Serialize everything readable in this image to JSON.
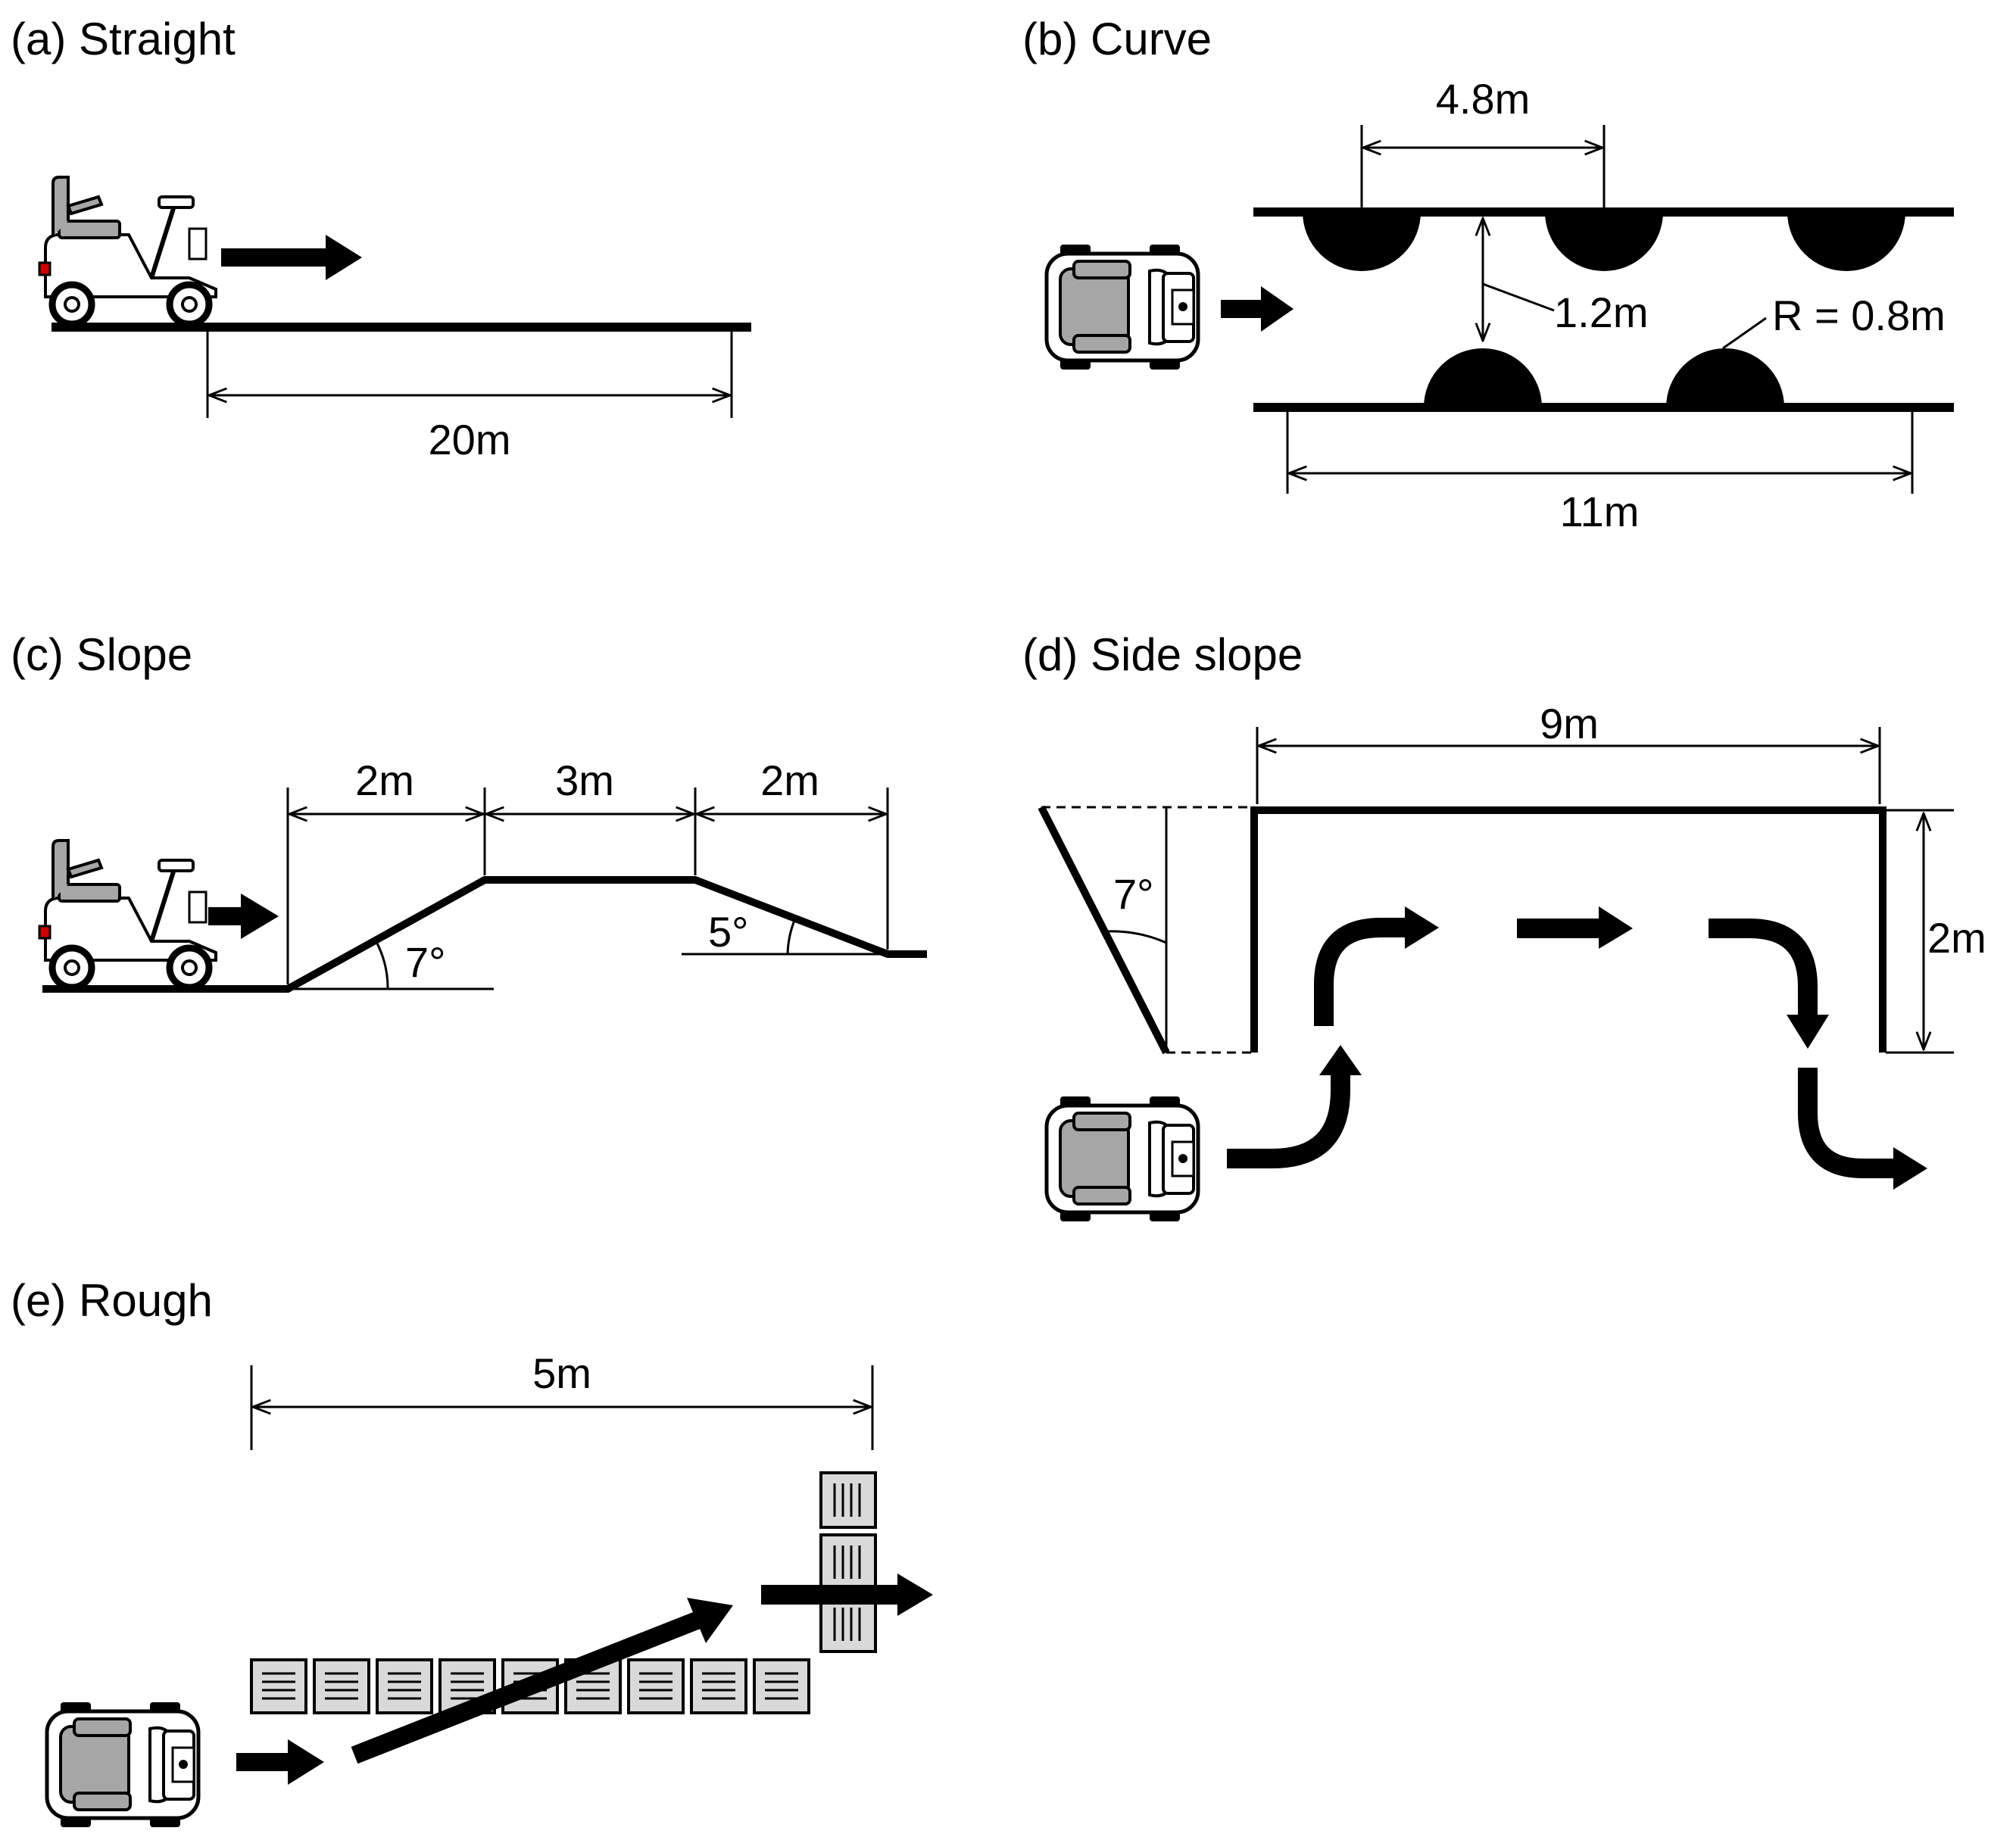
{
  "colors": {
    "ink": "#000000",
    "seat_gray": "#a6a6a6",
    "block_gray": "#d9d9d9",
    "tail_light": "#cc0000"
  },
  "panels": {
    "straight": {
      "title": "(a) Straight",
      "distance": "20m"
    },
    "curve": {
      "title": "(b) Curve",
      "spacing": "4.8m",
      "gap": "1.2m",
      "radius": "R = 0.8m",
      "length": "11m"
    },
    "slope": {
      "title": "(c) Slope",
      "up_len": "2m",
      "flat_len": "3m",
      "down_len": "2m",
      "up_angle": "7°",
      "down_angle": "5°"
    },
    "side_slope": {
      "title": "(d) Side slope",
      "length": "9m",
      "width": "2m",
      "angle": "7°"
    },
    "rough": {
      "title": "(e) Rough",
      "length": "5m"
    }
  },
  "icons": {
    "scooter_side": "mobility-scooter-side-icon",
    "scooter_top": "mobility-scooter-top-icon",
    "arrow": "arrow-right-icon"
  }
}
